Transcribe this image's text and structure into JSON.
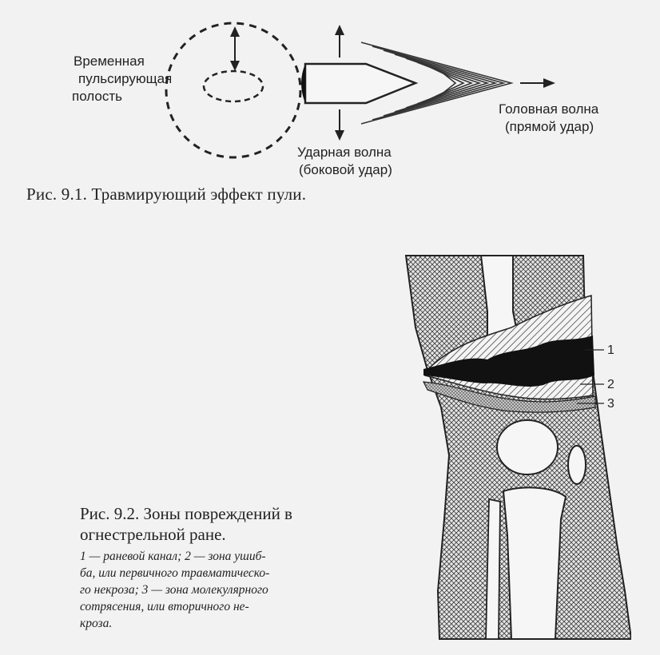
{
  "figure_1": {
    "labels": {
      "cavity": [
        "Временная",
        "пульсирующая",
        "полость"
      ],
      "head_wave": [
        "Головная волна",
        "(прямой удар)"
      ],
      "shock_wave": [
        "Ударная волна",
        "(боковой удар)"
      ]
    },
    "caption": "Рис. 9.1. Травмирующий эффект пули."
  },
  "figure_2": {
    "zone_numbers": [
      "1",
      "2",
      "3"
    ],
    "caption_title": [
      "Рис. 9.2. Зоны повреждений в",
      "огнестрельной ране."
    ],
    "caption_legend": [
      "1 — раневой канал; 2 — зона ушиб-",
      "ба, или первичного травматическо-",
      "го некроза; 3 — зона молекулярного",
      "сотрясения, или вторичного не-",
      "кроза."
    ]
  },
  "colors": {
    "paper": "#f2f2f2",
    "ink": "#1e1e1e"
  }
}
